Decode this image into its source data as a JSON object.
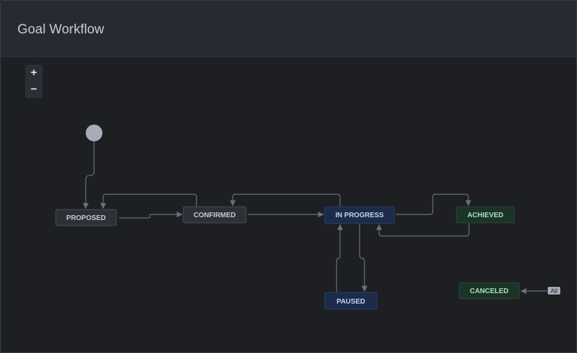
{
  "header": {
    "title": "Goal Workflow"
  },
  "zoom": {
    "in_label": "+",
    "out_label": "−"
  },
  "colors": {
    "status_todo_bg": "#2c3037",
    "status_todo_border": "#4a4f58",
    "status_todo_text": "#c7cbd3",
    "status_in_progress_bg": "#1c2b4a",
    "status_in_progress_border": "#2c3f66",
    "status_in_progress_text": "#c5d4f0",
    "status_done_bg": "#1c3327",
    "status_done_border": "#2b4a37",
    "status_done_text": "#a9e0bf",
    "edge": "#6b7079",
    "start_circle": "#a7adb6",
    "all_badge_bg": "#a7adb6"
  },
  "diagram": {
    "start_node": "start-circle",
    "statuses": [
      {
        "id": "proposed",
        "label": "PROPOSED",
        "category": "todo"
      },
      {
        "id": "confirmed",
        "label": "CONFIRMED",
        "category": "todo"
      },
      {
        "id": "in_progress",
        "label": "IN PROGRESS",
        "category": "in_progress"
      },
      {
        "id": "achieved",
        "label": "ACHIEVED",
        "category": "done"
      },
      {
        "id": "paused",
        "label": "PAUSED",
        "category": "in_progress"
      },
      {
        "id": "canceled",
        "label": "CANCELED",
        "category": "done"
      }
    ],
    "transitions": [
      {
        "from": "start",
        "to": "proposed"
      },
      {
        "from": "proposed",
        "to": "confirmed"
      },
      {
        "from": "confirmed",
        "to": "proposed"
      },
      {
        "from": "confirmed",
        "to": "in_progress"
      },
      {
        "from": "in_progress",
        "to": "confirmed"
      },
      {
        "from": "in_progress",
        "to": "achieved"
      },
      {
        "from": "achieved",
        "to": "in_progress"
      },
      {
        "from": "in_progress",
        "to": "paused"
      },
      {
        "from": "paused",
        "to": "in_progress"
      },
      {
        "from": "all",
        "to": "canceled"
      }
    ],
    "all_badge": "All"
  }
}
